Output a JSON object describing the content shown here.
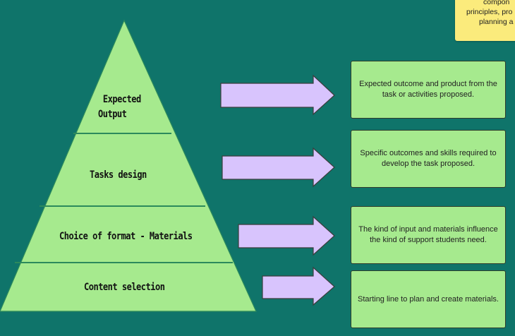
{
  "pyramid": {
    "levels": [
      {
        "label_line1": "Expected",
        "label_line2": "Output"
      },
      {
        "label": "Tasks design"
      },
      {
        "label": "Choice of format - Materials"
      },
      {
        "label": "Content selection"
      }
    ]
  },
  "descriptions": [
    "Expected outcome and product from the task or activities proposed.",
    "Specific outcomes and skills required to develop the task proposed.",
    "The kind of input and materials influence the kind of support students need.",
    "Starting line to plan and create materials."
  ],
  "sticky_note": {
    "line1": "compon",
    "line2": "principles, pro",
    "line3": "planning a"
  },
  "colors": {
    "background": "#0f746a",
    "pyramid_fill": "#a6ea8e",
    "pyramid_divider": "#2c8a5c",
    "arrow_fill": "#d8c4fd",
    "arrow_stroke": "#3c3c3c",
    "box_fill": "#a6ea8e",
    "sticky_fill": "#fbeb7c"
  }
}
